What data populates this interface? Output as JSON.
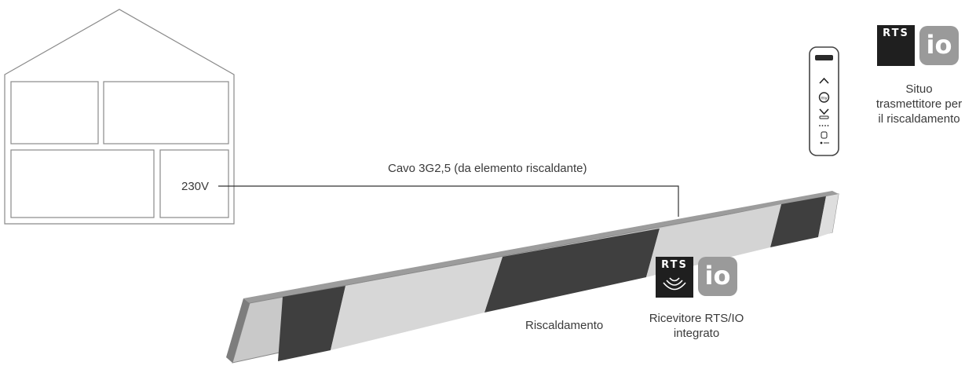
{
  "labels": {
    "voltage": "230V",
    "cable": "Cavo 3G2,5 (da elemento riscaldante)",
    "heater": "Riscaldamento",
    "receiver_line1": "Ricevitore RTS/IO",
    "receiver_line2": "integrato",
    "transmitter_line1": "Situo",
    "transmitter_line2": "trasmettitore per",
    "transmitter_line3": "il riscaldamento"
  },
  "logos": {
    "rts_text": "RTS",
    "io_text": "io"
  },
  "remote": {
    "up_symbol": "^",
    "my_symbol": "my",
    "down_symbol": "v"
  },
  "colors": {
    "outline": "#707070",
    "heater_panel": "#c8c8c8",
    "heater_dark": "#3f3f3f",
    "rts_bg": "#1f1f1f",
    "io_bg": "#9a9a9a"
  }
}
